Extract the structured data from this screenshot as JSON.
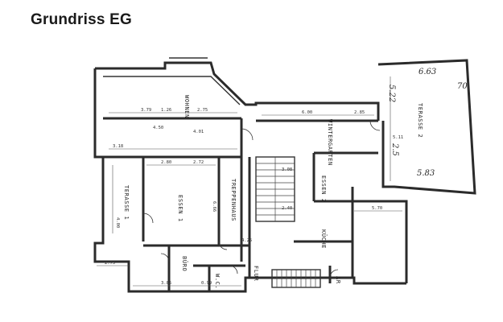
{
  "title": "Grundriss EG",
  "rooms": {
    "wohnen": "WOHNEN",
    "wintergarten": "WINTERGARTEN",
    "terasse2": "TERASSE 2",
    "essen2": "ESSEN 2",
    "essen1": "ESSEN 1",
    "treppenhaus": "TREPPENHAUS",
    "terasse1": "TERASSE 1",
    "kueche": "KÜCHE",
    "buero": "BÜRO",
    "wc": "W.C.",
    "flur": "FLUR",
    "ar": "AR"
  },
  "dimensions": {
    "d1": "1.26",
    "d2": "2.75",
    "d3": "3.79",
    "d4": "4.50",
    "d5": "5.11",
    "d6": "4.00",
    "d7": "6.66",
    "d8": "2.40",
    "d9": "2.85",
    "d10": "5.70",
    "d11": "2.72",
    "d12": "3.08",
    "d13": "2.80",
    "d14": "6.00",
    "d15": "2.75",
    "d16": "3.85",
    "d17": "4.01",
    "d18": "4.25",
    "d19": "0.99",
    "d20": "3.18"
  },
  "handwritten": {
    "h1": "5.22",
    "h2": "2.5",
    "h3": "5.83",
    "h4": "6.63",
    "h5": "70"
  }
}
